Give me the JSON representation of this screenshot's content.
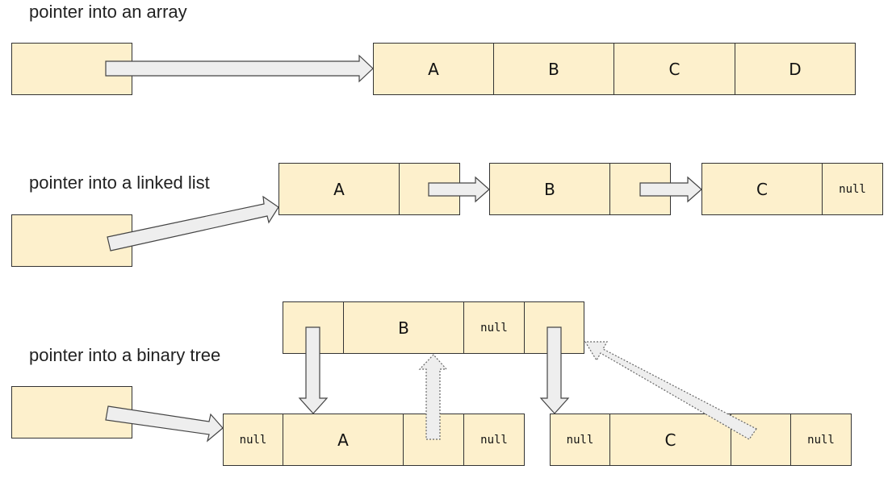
{
  "sections": {
    "array": {
      "title": "pointer into an array",
      "elements": [
        "A",
        "B",
        "C",
        "D"
      ]
    },
    "linked_list": {
      "title": "pointer into a linked list",
      "nodes": [
        {
          "value": "A",
          "next": ""
        },
        {
          "value": "B",
          "next": ""
        },
        {
          "value": "C",
          "next": "null"
        }
      ]
    },
    "binary_tree": {
      "title": "pointer into a binary tree",
      "root": {
        "value": "B",
        "parent": "null"
      },
      "left": {
        "left": "null",
        "value": "A",
        "right": "null"
      },
      "right": {
        "left": "null",
        "value": "C",
        "right": "null"
      }
    }
  },
  "colors": {
    "cell_fill": "#fdf0cc",
    "arrow_fill": "#eeeeee",
    "stroke": "#333333"
  }
}
